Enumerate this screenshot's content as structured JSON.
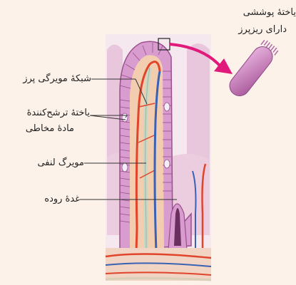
{
  "labels": {
    "epithelial": [
      "یاختهٔ پوششی",
      "دارای ریزپرز"
    ],
    "capillary_net": "شبکهٔ مویرگی پرز",
    "goblet": [
      "یاختهٔ ترشح‌کنندهٔ",
      "مادهٔ مخاطی"
    ],
    "lacteal": "مویرگ لنفی",
    "gland": "غدهٔ روده"
  },
  "colors": {
    "background": "#fdf2ea",
    "villus_tissue": "#cf9ac6",
    "epithelium": "#d89ccf",
    "core": "#f3cdb0",
    "artery": "#e0452c",
    "vein": "#3a62b4",
    "lymph": "#c9d8c4",
    "arrow": "#e0197b",
    "leader": "#333333"
  }
}
